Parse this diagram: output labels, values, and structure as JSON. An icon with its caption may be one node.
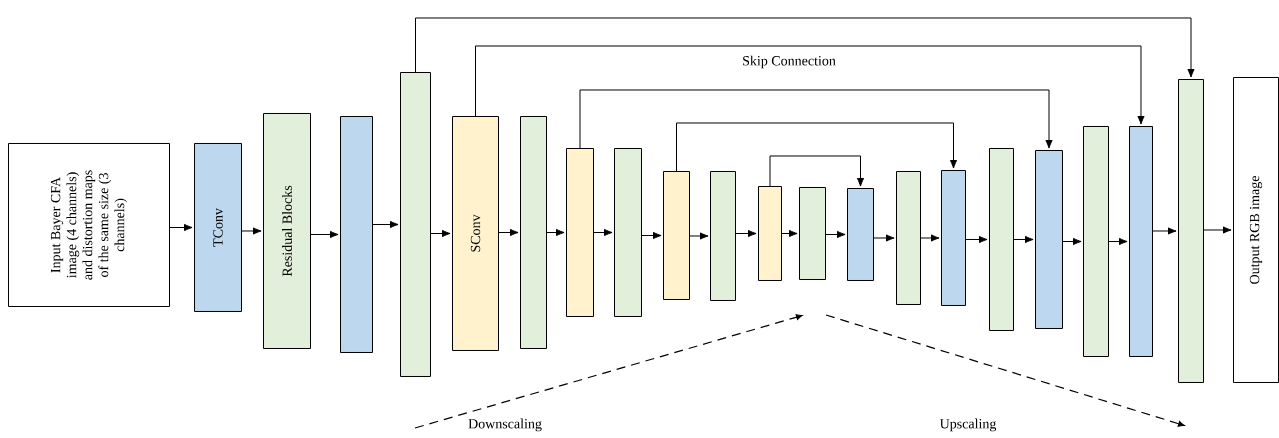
{
  "diagram": {
    "nodes": [
      {
        "text": [
          "Input Bayer CFA image (4 channels) and distortion maps of the same size (3 channels)"
        ]
      },
      {
        "text": [
          "TConv"
        ]
      },
      {
        "text": [
          "Residual Blocks"
        ]
      },
      {
        "text": [],
        "shape": "box"
      },
      {
        "text": [],
        "shape": "box"
      },
      {
        "text": [
          "SConv"
        ]
      },
      {
        "text": [],
        "shape": "box"
      },
      {
        "text": [],
        "shape": "box"
      },
      {
        "text": [],
        "shape": "box"
      },
      {
        "text": [],
        "shape": "box"
      },
      {
        "text": [],
        "shape": "box"
      },
      {
        "text": [],
        "shape": "box"
      },
      {
        "text": [],
        "shape": "box"
      },
      {
        "text": [],
        "shape": "box"
      },
      {
        "text": [],
        "shape": "box"
      },
      {
        "text": [],
        "shape": "box"
      },
      {
        "text": [],
        "shape": "box"
      },
      {
        "text": [],
        "shape": "box"
      },
      {
        "text": [],
        "shape": "box"
      },
      {
        "text": [],
        "shape": "box"
      },
      {
        "text": [],
        "shape": "box"
      },
      {
        "text": [
          "Output RGB image"
        ]
      }
    ],
    "edges": [
      {
        "from": 0,
        "to": 1,
        "arrow": "to"
      },
      {
        "from": 1,
        "to": 2,
        "arrow": "to"
      },
      {
        "from": 2,
        "to": 3,
        "arrow": "to"
      },
      {
        "from": 3,
        "to": 4,
        "arrow": "to"
      },
      {
        "from": 4,
        "to": 5,
        "arrow": "to"
      },
      {
        "from": 5,
        "to": 6,
        "arrow": "to"
      },
      {
        "from": 6,
        "to": 7,
        "arrow": "to"
      },
      {
        "from": 7,
        "to": 8,
        "arrow": "to"
      },
      {
        "from": 8,
        "to": 9,
        "arrow": "to"
      },
      {
        "from": 9,
        "to": 10,
        "arrow": "to"
      },
      {
        "from": 10,
        "to": 11,
        "arrow": "to"
      },
      {
        "from": 11,
        "to": 12,
        "arrow": "to"
      },
      {
        "from": 12,
        "to": 13,
        "arrow": "to"
      },
      {
        "from": 13,
        "to": 14,
        "arrow": "to"
      },
      {
        "from": 14,
        "to": 15,
        "arrow": "to"
      },
      {
        "from": 15,
        "to": 16,
        "arrow": "to"
      },
      {
        "from": 16,
        "to": 17,
        "arrow": "to"
      },
      {
        "from": 17,
        "to": 18,
        "arrow": "to"
      },
      {
        "from": 18,
        "to": 19,
        "arrow": "to"
      },
      {
        "from": 19,
        "to": 20,
        "arrow": "to"
      },
      {
        "from": 20,
        "to": 21,
        "arrow": "to"
      },
      {
        "from": 4,
        "to": 20,
        "arrow": "to"
      },
      {
        "from": 5,
        "to": 19,
        "arrow": "to"
      },
      {
        "from": 7,
        "to": 17,
        "arrow": "to"
      },
      {
        "from": 9,
        "to": 15,
        "arrow": "to"
      },
      {
        "from": 11,
        "to": 13,
        "arrow": "to"
      }
    ],
    "labels": [
      "Skip Connection",
      "Downscaling",
      "Upscaling"
    ]
  }
}
